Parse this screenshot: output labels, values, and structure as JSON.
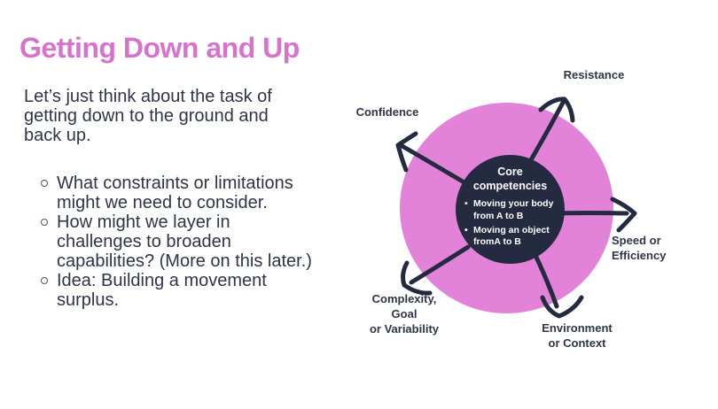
{
  "slide": {
    "title": "Getting Down and Up",
    "intro_lines": [
      "Let’s just think about the task of",
      "getting down to the ground and",
      "back up."
    ],
    "bullets": [
      {
        "lines": [
          "What constraints or limitations",
          "might we need to consider."
        ]
      },
      {
        "lines": [
          "How might we layer in",
          "challenges to broaden",
          "capabilities? (More on this later.)"
        ]
      },
      {
        "lines": [
          "Idea: Building a movement",
          "surplus."
        ]
      }
    ]
  },
  "diagram": {
    "type": "radial-spoke-diagram",
    "center": {
      "heading": "Core competencies",
      "bullet_glyph": "•",
      "items": [
        "Moving your body from A to B",
        "Moving an object fromA to B"
      ]
    },
    "spokes": [
      {
        "label": "Resistance",
        "direction": "top-right"
      },
      {
        "label": "Confidence",
        "direction": "upper-left"
      },
      {
        "label": "Speed or Efficiency",
        "direction": "right",
        "lines": [
          "Speed or",
          "Efficiency"
        ]
      },
      {
        "label": "Complexity, Goal or Variability",
        "direction": "bottom-left",
        "lines": [
          "Complexity,",
          "Goal",
          "or Variability"
        ]
      },
      {
        "label": "Environment or Context",
        "direction": "bottom",
        "lines": [
          "Environment",
          "or Context"
        ]
      }
    ]
  },
  "colors": {
    "title_pink": "#d873cd",
    "body_text": "#2e3548",
    "outer_circle": "#e283d9",
    "inner_circle": "#242b40",
    "arrow": "#242b40",
    "center_text": "#ffffff",
    "background": "#ffffff"
  }
}
